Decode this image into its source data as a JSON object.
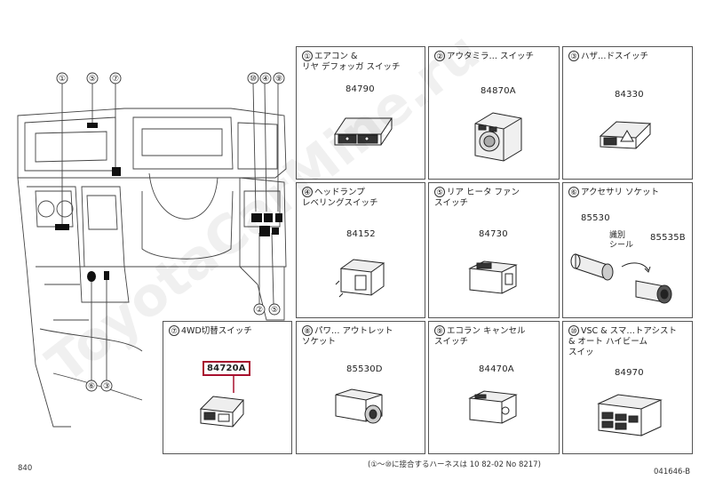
{
  "overview": {
    "callouts_top": [
      "①",
      "⑤",
      "⑦",
      "⑩",
      "④",
      "⑨"
    ],
    "callouts_bottom": [
      "②",
      "⑤",
      "⑥",
      "③"
    ]
  },
  "panels": [
    {
      "num": "①",
      "title": "エアコン &\nリヤ デフォッガ スイッチ",
      "part": "84790"
    },
    {
      "num": "②",
      "title": "アウタミラ… スイッチ",
      "part": "84870A"
    },
    {
      "num": "③",
      "title": "ハザ…ドスイッチ",
      "part": "84330"
    },
    {
      "num": "④",
      "title": "ヘッドランプ\nレベリングスイッチ",
      "part": "84152"
    },
    {
      "num": "⑤",
      "title": "リア ヒータ ファン\nスイッチ",
      "part": "84730"
    },
    {
      "num": "⑥",
      "title": "アクセサリ ソケット",
      "part": "85530",
      "part2": "85535B",
      "sub": "識別\nシール"
    },
    {
      "num": "⑦",
      "title": "4WD切替スイッチ",
      "part": "84720A"
    },
    {
      "num": "⑧",
      "title": "パワ… アウトレット\nソケット",
      "part": "85530D"
    },
    {
      "num": "⑨",
      "title": "エコラン キャンセル\nスイッチ",
      "part": "84470A"
    },
    {
      "num": "⑩",
      "title": "VSC & スマ…トアシスト\n& オート ハイビーム\nスイッ",
      "part": "84970"
    }
  ],
  "footer": {
    "left": "840",
    "note": "(①〜⑩に接合するハーネスは 10 82-02 No 8217)",
    "right": "041646-B"
  },
  "watermark": "ToyotaCarMine.ru"
}
